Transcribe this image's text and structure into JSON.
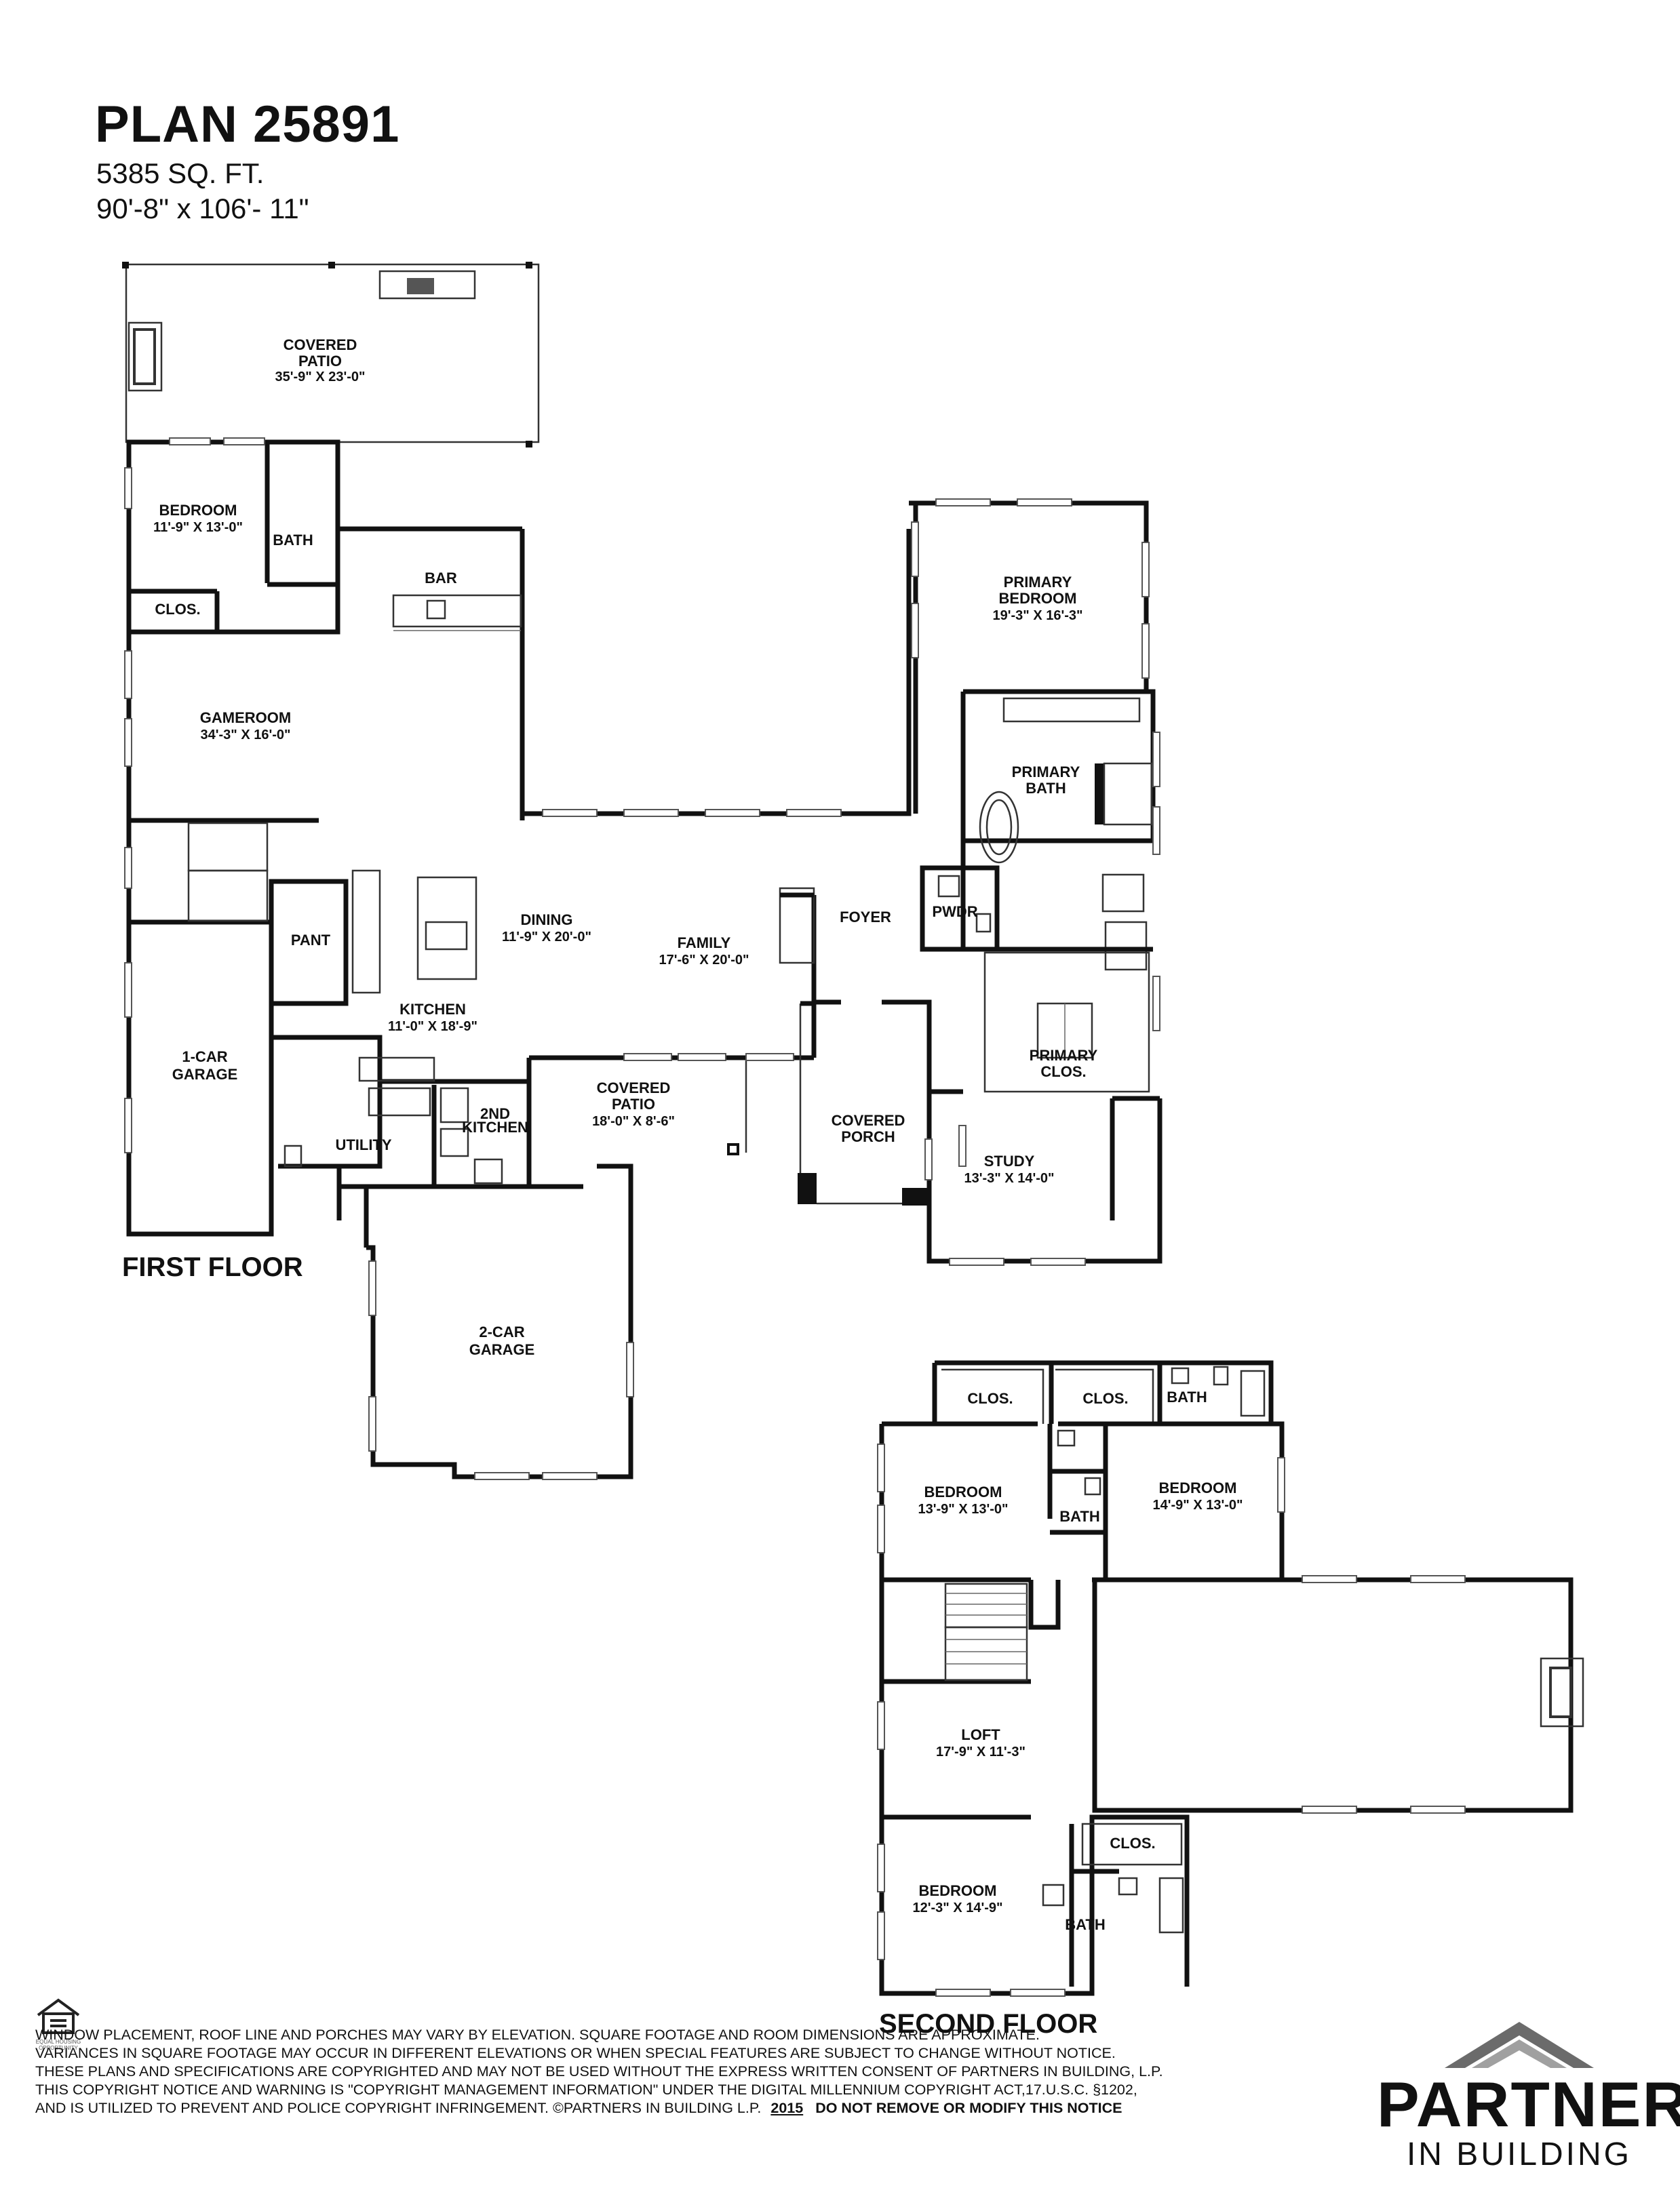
{
  "header": {
    "title": "PLAN 25891",
    "sqft": "5385 SQ. FT.",
    "dimensions": "90'-8\" x 106'- 11\""
  },
  "floors": {
    "first": "FIRST FLOOR",
    "second": "SECOND FLOOR"
  },
  "rooms": {
    "covered_patio_top": {
      "line1": "COVERED",
      "line2": "PATIO",
      "dim": "35'-9\" X 23'-0\""
    },
    "bedroom_1": {
      "name": "BEDROOM",
      "dim": "11'-9\" X 13'-0\""
    },
    "bath_1": {
      "name": "BATH"
    },
    "clos_1": {
      "name": "CLOS."
    },
    "bar": {
      "name": "BAR"
    },
    "gameroom": {
      "name": "GAMEROOM",
      "dim": "34'-3\" X 16'-0\""
    },
    "primary_bedroom": {
      "line1": "PRIMARY",
      "line2": "BEDROOM",
      "dim": "19'-3\" X 16'-3\""
    },
    "primary_bath": {
      "line1": "PRIMARY",
      "line2": "BATH"
    },
    "pwdr": {
      "name": "PWDR"
    },
    "foyer": {
      "name": "FOYER"
    },
    "primary_clos": {
      "line1": "PRIMARY",
      "line2": "CLOS."
    },
    "dining": {
      "name": "DINING",
      "dim": "11'-9\" X 20'-0\""
    },
    "family": {
      "name": "FAMILY",
      "dim": "17'-6\" X 20'-0\""
    },
    "pant": {
      "name": "PANT"
    },
    "kitchen": {
      "name": "KITCHEN",
      "dim": "11'-0\" X 18'-9\""
    },
    "garage_1car": {
      "line1": "1-CAR",
      "line2": "GARAGE"
    },
    "utility": {
      "name": "UTILITY"
    },
    "second_kitchen": {
      "line1": "2ND",
      "line2": "KITCHEN"
    },
    "covered_patio_mid": {
      "line1": "COVERED",
      "line2": "PATIO",
      "dim": "18'-0\" X 8'-6\""
    },
    "covered_porch": {
      "line1": "COVERED",
      "line2": "PORCH"
    },
    "study": {
      "name": "STUDY",
      "dim": "13'-3\" X 14'-0\""
    },
    "garage_2car": {
      "line1": "2-CAR",
      "line2": "GARAGE"
    },
    "up_clos_a": {
      "name": "CLOS."
    },
    "up_clos_b": {
      "name": "CLOS."
    },
    "up_bath_a": {
      "name": "BATH"
    },
    "up_bedroom_a": {
      "name": "BEDROOM",
      "dim": "13'-9\" X 13'-0\""
    },
    "up_bath_b": {
      "name": "BATH"
    },
    "up_bedroom_b": {
      "name": "BEDROOM",
      "dim": "14'-9\" X 13'-0\""
    },
    "loft": {
      "name": "LOFT",
      "dim": "17'-9\" X 11'-3\""
    },
    "up_clos_c": {
      "name": "CLOS."
    },
    "up_bedroom_c": {
      "name": "BEDROOM",
      "dim": "12'-3\" X 14'-9\""
    },
    "up_bath_c": {
      "name": "BATH"
    }
  },
  "disclaimer": {
    "line1": "WINDOW PLACEMENT, ROOF LINE AND PORCHES MAY VARY BY ELEVATION.  SQUARE FOOTAGE AND ROOM DIMENSIONS ARE APPROXIMATE.",
    "line2": "VARIANCES IN SQUARE FOOTAGE MAY OCCUR IN DIFFERENT ELEVATIONS OR  WHEN SPECIAL FEATURES ARE SUBJECT TO CHANGE WITHOUT NOTICE.",
    "line3": "THESE PLANS AND SPECIFICATIONS ARE COPYRIGHTED AND MAY NOT BE USED WITHOUT THE EXPRESS WRITTEN CONSENT OF PARTNERS IN BUILDING, L.P.",
    "line4": "THIS COPYRIGHT NOTICE AND WARNING IS \"COPYRIGHT MANAGEMENT INFORMATION\" UNDER THE DIGITAL MILLENNIUM COPYRIGHT ACT,17.U.S.C. §1202,",
    "line5a": "AND IS UTILIZED TO PREVENT AND POLICE COPYRIGHT INFRINGEMENT. ©PARTNERS IN BUILDING L.P.",
    "line5_year": "2015",
    "line5b": "DO NOT REMOVE OR MODIFY THIS NOTICE"
  },
  "brand": {
    "name": "PARTNERS",
    "sub": "IN BUILDING",
    "logo_color": "#6b6b6b",
    "logo_color_light": "#a0a0a0"
  },
  "eho": {
    "line1": "EQUAL HOUSING",
    "line2": "OPPORTUNITY"
  }
}
